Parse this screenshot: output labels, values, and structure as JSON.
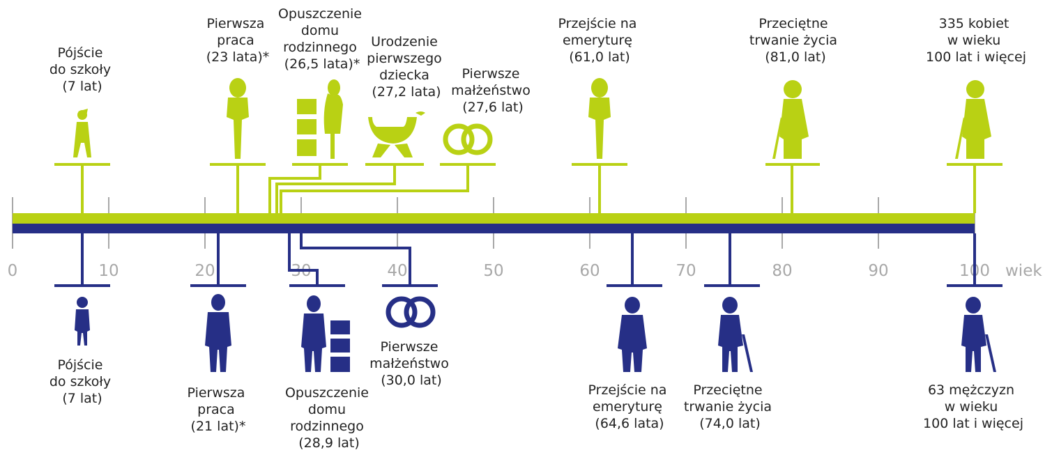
{
  "colors": {
    "women": "#b9d114",
    "men": "#262f86",
    "ticks": "#a8a8a8",
    "text": "#222222"
  },
  "axis": {
    "ticks": [
      "0",
      "10",
      "20",
      "30",
      "40",
      "50",
      "60",
      "70",
      "80",
      "90",
      "100"
    ],
    "unit": "wiek"
  },
  "women": [
    {
      "id": "school",
      "age": 7,
      "icon": "girl-icon",
      "lines": [
        "Pójście",
        "do szkoły",
        "(7 lat)"
      ]
    },
    {
      "id": "first-job",
      "age": 23,
      "icon": "woman-icon",
      "lines": [
        "Pierwsza",
        "praca",
        "(23 lata)*"
      ]
    },
    {
      "id": "leaving-home",
      "age": 26.5,
      "icon": "woman-with-boxes-icon",
      "lines": [
        "Opuszczenie",
        "domu",
        "rodzinnego",
        "(26,5 lata)*"
      ]
    },
    {
      "id": "first-child",
      "age": 27.2,
      "icon": "pram-icon",
      "lines": [
        "Urodzenie",
        "pierwszego",
        "dziecka",
        "(27,2 lata)"
      ]
    },
    {
      "id": "marriage",
      "age": 27.6,
      "icon": "rings-icon",
      "lines": [
        "Pierwsze",
        "małżeństwo",
        "(27,6 lat)"
      ]
    },
    {
      "id": "retirement",
      "age": 61.0,
      "icon": "woman-icon",
      "lines": [
        "Przejście na",
        "emeryturę",
        "(61,0 lat)"
      ]
    },
    {
      "id": "life-expectancy",
      "age": 81.0,
      "icon": "old-woman-with-cane-icon",
      "lines": [
        "Przeciętne",
        "trwanie życia",
        "(81,0 lat)"
      ]
    },
    {
      "id": "centenarians",
      "age": 100,
      "icon": "old-woman-with-cane-icon",
      "lines": [
        "335 kobiet",
        "w wieku",
        "100 lat i więcej"
      ]
    }
  ],
  "men": [
    {
      "id": "school",
      "age": 7,
      "icon": "boy-icon",
      "lines": [
        "Pójście",
        "do szkoły",
        "(7 lat)"
      ]
    },
    {
      "id": "first-job",
      "age": 21,
      "icon": "man-icon",
      "lines": [
        "Pierwsza",
        "praca",
        "(21 lat)*"
      ]
    },
    {
      "id": "leaving-home",
      "age": 28.9,
      "icon": "man-with-boxes-icon",
      "lines": [
        "Opuszczenie",
        "domu",
        "rodzinnego",
        "(28,9 lat)"
      ]
    },
    {
      "id": "marriage",
      "age": 30.0,
      "icon": "rings-icon",
      "lines": [
        "Pierwsze",
        "małżeństwo",
        "(30,0 lat)"
      ]
    },
    {
      "id": "retirement",
      "age": 64.6,
      "icon": "man-icon",
      "lines": [
        "Przejście na",
        "emeryturę",
        "(64,6 lata)"
      ]
    },
    {
      "id": "life-expectancy",
      "age": 74.0,
      "icon": "old-man-with-cane-icon",
      "lines": [
        "Przeciętne",
        "trwanie życia",
        "(74,0 lat)"
      ]
    },
    {
      "id": "centenarians",
      "age": 100,
      "icon": "old-man-with-cane-icon",
      "lines": [
        "63 mężczyzn",
        "w wieku",
        "100 lat i więcej"
      ]
    }
  ]
}
